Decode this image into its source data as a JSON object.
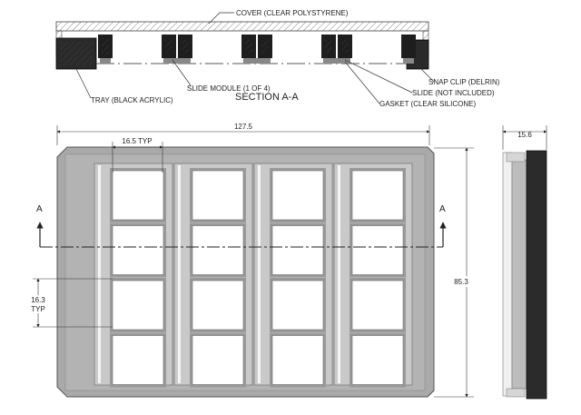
{
  "section": {
    "title": "SECTION A-A",
    "callouts": {
      "cover": "COVER (CLEAR POLYSTYRENE)",
      "slide_module": "SLIDE MODULE (1 OF 4)",
      "tray": "TRAY (BLACK ACRYLIC)",
      "snap_clip": "SNAP CLIP (DELRIN)",
      "slide": "SLIDE (NOT INCLUDED)",
      "gasket": "GASKET (CLEAR SILICONE)"
    }
  },
  "plan": {
    "width_dim": "127.5",
    "height_dim": "85.3",
    "well_width_dim": "16.5 TYP",
    "well_height_dim_value": "16.3",
    "well_height_dim_suffix": "TYP",
    "section_marker": "A",
    "modules": 4,
    "wells_per_module": 4
  },
  "side_view": {
    "depth_dim": "15.6"
  },
  "colors": {
    "tray_fill": "#a9a9a9",
    "module_fill": "#c9c9c9",
    "well_fill": "#ffffff",
    "clip_fill": "#1e1e1e",
    "line": "#333333"
  }
}
